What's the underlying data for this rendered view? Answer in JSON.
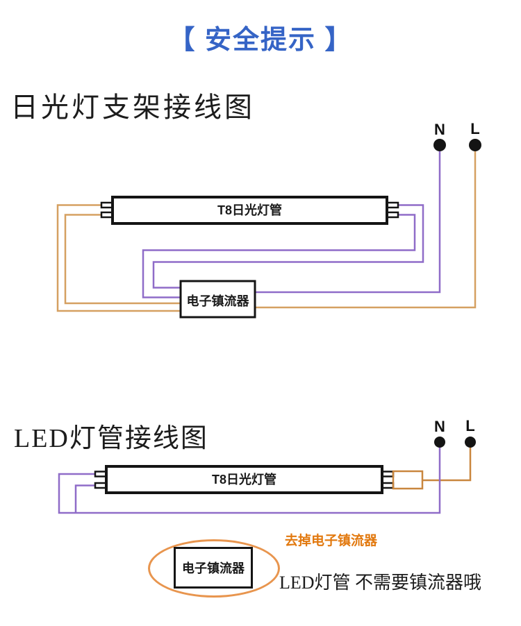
{
  "header": {
    "title": "【 安全提示 】",
    "title_color": "#3564c6"
  },
  "colors": {
    "purple_wire": "#8f6cc8",
    "orange_wire": "#d5a061",
    "holder_orange": "#c9863e",
    "ellipse_orange": "#e8954e",
    "note_orange": "#e2790f",
    "line_black": "#141414"
  },
  "diagram1": {
    "heading": "日光灯支架接线图",
    "terminal_n": "N",
    "terminal_l": "L",
    "tube_label": "T8日光灯管",
    "ballast_label": "电子镇流器"
  },
  "diagram2": {
    "heading": "LED灯管接线图",
    "terminal_n": "N",
    "terminal_l": "L",
    "tube_label": "T8日光灯管",
    "ballast_label": "电子镇流器",
    "remove_note": "去掉电子镇流器",
    "bottom_note": "LED灯管 不需要镇流器哦"
  }
}
